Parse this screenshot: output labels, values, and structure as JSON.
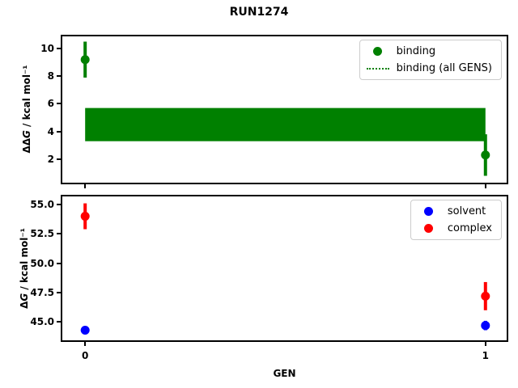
{
  "figure": {
    "title": "RUN1274",
    "background": "#ffffff",
    "axis_color": "#000000"
  },
  "chart_data": [
    {
      "type": "scatter",
      "subplot": "top",
      "ylabel": "ΔΔG / kcal mol⁻¹",
      "ylabel_prefix": "ΔΔ",
      "ylabel_var": "G",
      "ylabel_suffix": " / kcal mol⁻¹",
      "x": [
        0,
        1
      ],
      "xlim": [
        -0.057,
        1.053
      ],
      "ylim": [
        0.3,
        10.88
      ],
      "xtick_values": [
        0,
        1
      ],
      "xtick_labels": [
        "0",
        "1"
      ],
      "show_xtick_labels": false,
      "ytick_values": [
        2,
        4,
        6,
        8,
        10
      ],
      "ytick_labels": [
        "2",
        "4",
        "6",
        "8",
        "10"
      ],
      "grid": false,
      "legend_position": "upper-right",
      "series": [
        {
          "name": "binding",
          "color": "#008000",
          "marker": "circle",
          "values": [
            9.2,
            2.3
          ],
          "errors": [
            1.3,
            1.5
          ]
        }
      ],
      "band": {
        "name": "binding (all GENS)",
        "color": "#008000",
        "legend_line_style": "dotted",
        "x_range": [
          0,
          1
        ],
        "low": 3.3,
        "high": 5.7
      }
    },
    {
      "type": "scatter",
      "subplot": "bottom",
      "xlabel": "GEN",
      "ylabel": "ΔG / kcal mol⁻¹",
      "ylabel_prefix": "Δ",
      "ylabel_var": "G",
      "ylabel_suffix": " / kcal mol⁻¹",
      "x": [
        0,
        1
      ],
      "xlim": [
        -0.057,
        1.053
      ],
      "ylim": [
        43.44,
        55.69
      ],
      "xtick_values": [
        0,
        1
      ],
      "xtick_labels": [
        "0",
        "1"
      ],
      "show_xtick_labels": true,
      "ytick_values": [
        45.0,
        47.5,
        50.0,
        52.5,
        55.0
      ],
      "ytick_labels": [
        "45.0",
        "47.5",
        "50.0",
        "52.5",
        "55.0"
      ],
      "grid": false,
      "legend_position": "upper-right",
      "series": [
        {
          "name": "solvent",
          "color": "#0000ff",
          "marker": "circle",
          "values": [
            44.3,
            44.7
          ],
          "errors": [
            0.2,
            0.4
          ]
        },
        {
          "name": "complex",
          "color": "#ff0000",
          "marker": "circle",
          "values": [
            54.0,
            47.2
          ],
          "errors": [
            1.1,
            1.2
          ]
        }
      ]
    }
  ]
}
